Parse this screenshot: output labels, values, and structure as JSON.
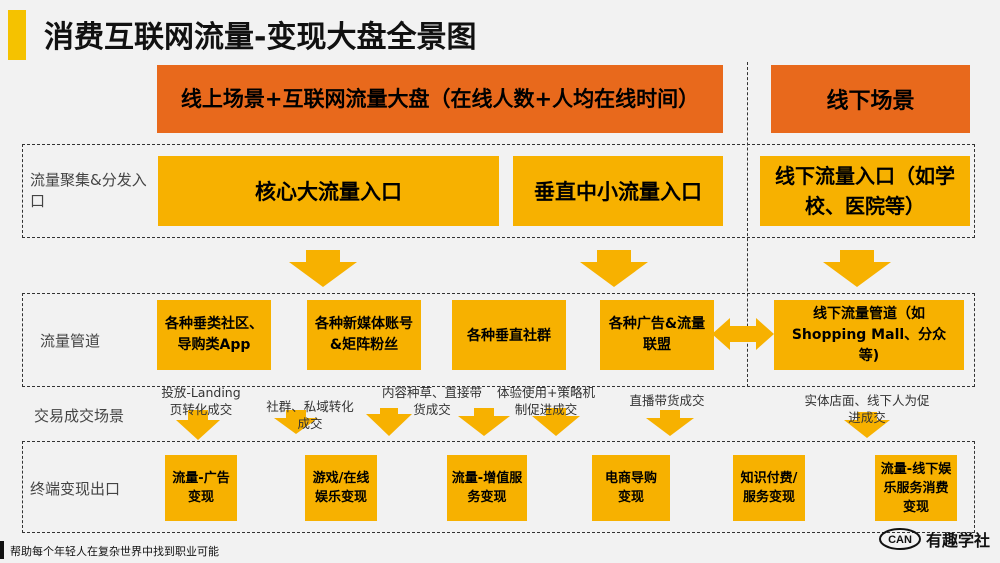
{
  "title": "消费互联网流量-变现大盘全景图",
  "headers": {
    "online": "线上场景+互联网流量大盘（在线人数+人均在线时间）",
    "offline": "线下场景"
  },
  "row_labels": {
    "entry": "流量聚集&分发入口",
    "pipeline": "流量管道",
    "scene": "交易成交场景",
    "exit": "终端变现出口"
  },
  "entries": {
    "core": "核心大流量入口",
    "vertical": "垂直中小流量入口",
    "offline": "线下流量入口（如学校、医院等）"
  },
  "pipelines": [
    "各种垂类社区、导购类App",
    "各种新媒体账号&矩阵粉丝",
    "各种垂直社群",
    "各种广告&流量联盟",
    "线下流量管道（如Shopping Mall、分众等)"
  ],
  "scenes": [
    "投放-Landing页转化成交",
    "社群、私域转化成交",
    "内容种草、直接带货成交",
    "体验使用+策略机制促进成交",
    "直播带货成交",
    "实体店面、线下人为促进成交"
  ],
  "exits": [
    "流量-广告变现",
    "游戏/在线娱乐变现",
    "流量-增值服务变现",
    "电商导购变现",
    "知识付费/服务变现",
    "流量-线下娱乐服务消费变现"
  ],
  "footer": "帮助每个年轻人在复杂世界中找到职业可能",
  "logo": "CAN 有趣学社",
  "colors": {
    "orange": "#e8691c",
    "gold": "#f7b100",
    "background": "#f2f2f2"
  }
}
